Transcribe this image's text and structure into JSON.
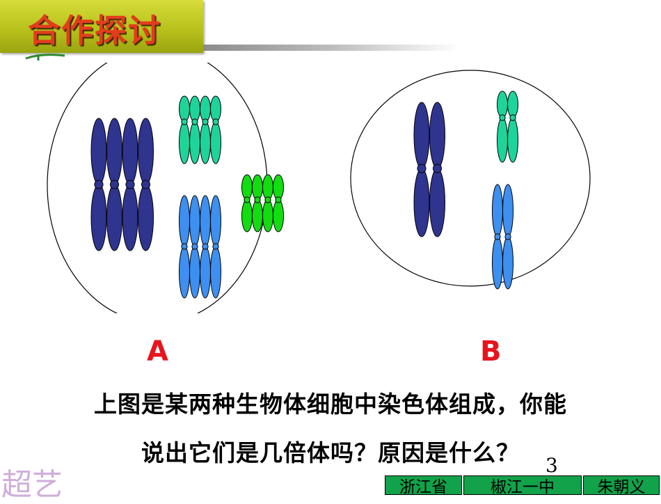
{
  "header": {
    "title": "合作探讨"
  },
  "figure": {
    "cell_a": {
      "label": "A",
      "groups": [
        {
          "color": "#2f348f",
          "count": 4,
          "size": "large"
        },
        {
          "color": "#1ed49a",
          "count": 4,
          "size": "small"
        },
        {
          "color": "#3d8ff0",
          "count": 4,
          "size": "medium"
        },
        {
          "color": "#11dd11",
          "count": 4,
          "size": "tiny"
        }
      ]
    },
    "cell_b": {
      "label": "B",
      "groups": [
        {
          "color": "#2f348f",
          "count": 2,
          "size": "large"
        },
        {
          "color": "#1ed49a",
          "count": 2,
          "size": "small"
        },
        {
          "color": "#3d8ff0",
          "count": 2,
          "size": "medium"
        }
      ]
    }
  },
  "question": {
    "line1": "上图是某两种生物体细胞中染色体组成，你能",
    "line2": "说出它们是几倍体吗？原因是什么？"
  },
  "page_number": "3",
  "watermark": "超艺",
  "footer": {
    "province": "浙江省",
    "school": "椒江一中",
    "author": "朱朝义"
  }
}
